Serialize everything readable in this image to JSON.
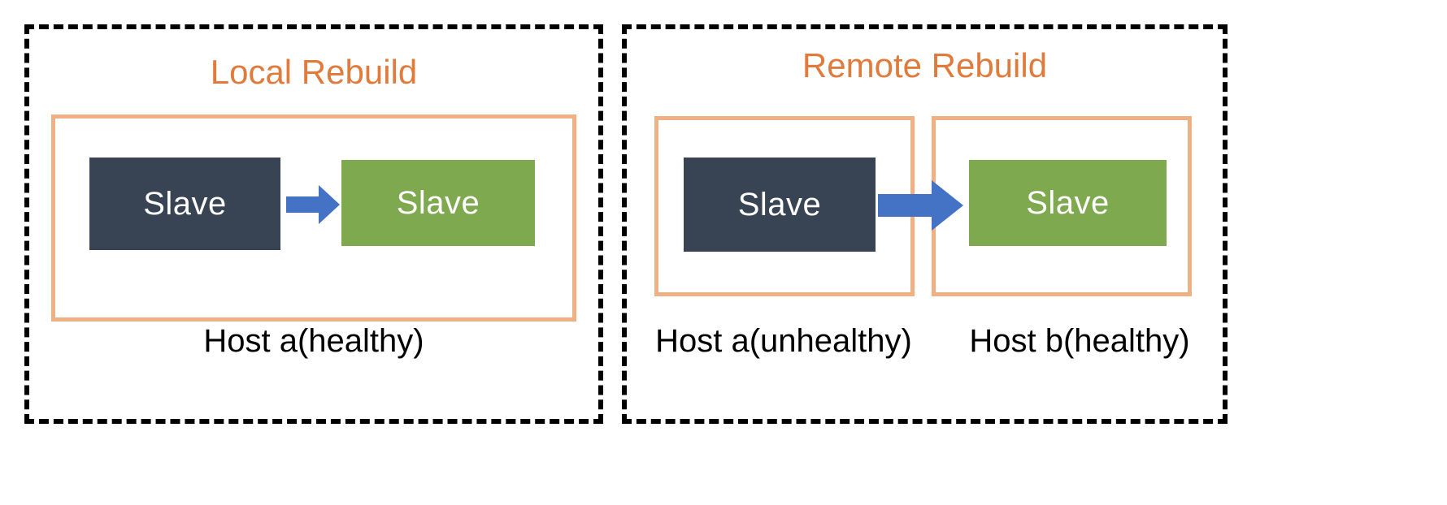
{
  "diagram": {
    "title": "",
    "colors": {
      "accent_orange": "#E07B3C",
      "frame_peach": "#EFB183",
      "node_dark": "#384453",
      "node_green": "#7FA94F",
      "arrow_blue": "#4472C4",
      "panel_border": "#000000",
      "background": "#FFFFFF"
    },
    "panels": [
      {
        "id": "local",
        "title": "Local Rebuild",
        "hosts": [
          {
            "id": "local-host-a",
            "label": "Host a(healthy)",
            "nodes": [
              {
                "id": "local-src",
                "label": "Slave",
                "state": "dark"
              },
              {
                "id": "local-dst",
                "label": "Slave",
                "state": "green"
              }
            ]
          }
        ],
        "arrows": [
          {
            "id": "local-arrow",
            "from": "local-src",
            "to": "local-dst",
            "direction": "right"
          }
        ]
      },
      {
        "id": "remote",
        "title": "Remote Rebuild",
        "hosts": [
          {
            "id": "remote-host-a",
            "label": "Host a(unhealthy)",
            "nodes": [
              {
                "id": "remote-src",
                "label": "Slave",
                "state": "dark"
              }
            ]
          },
          {
            "id": "remote-host-b",
            "label": "Host b(healthy)",
            "nodes": [
              {
                "id": "remote-dst",
                "label": "Slave",
                "state": "green"
              }
            ]
          }
        ],
        "arrows": [
          {
            "id": "remote-arrow",
            "from": "remote-src",
            "to": "remote-dst",
            "direction": "right"
          }
        ]
      }
    ]
  }
}
